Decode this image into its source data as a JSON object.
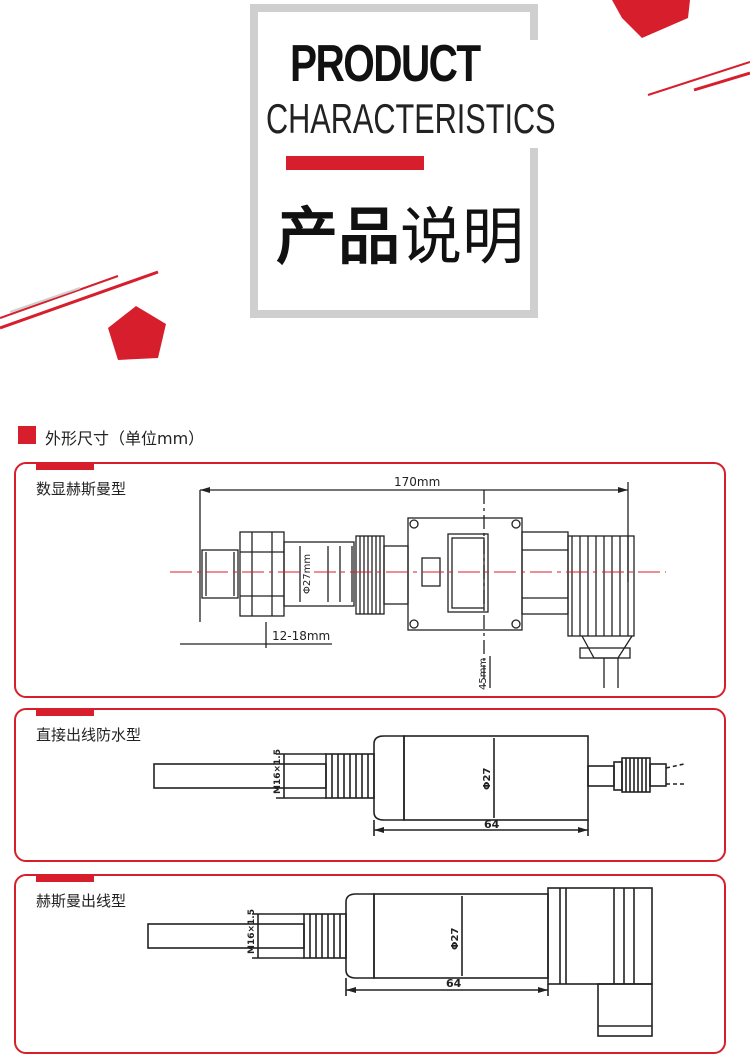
{
  "header": {
    "title_en_line1": "PRODUCT",
    "title_en_line2": "CHARACTERISTICS",
    "title_cn_bold": "产品",
    "title_cn_regular": "说明"
  },
  "section": {
    "title": "外形尺寸（单位mm）"
  },
  "panels": [
    {
      "label": "数显赫斯曼型",
      "dimensions": {
        "length": "170mm",
        "diameter": "Φ27mm",
        "thread": "12-18mm",
        "height": "45mm"
      }
    },
    {
      "label": "直接出线防水型",
      "dimensions": {
        "thread": "M16×1.5",
        "diameter": "Φ27",
        "length": "64"
      }
    },
    {
      "label": "赫斯曼出线型",
      "dimensions": {
        "thread": "M16×1.5",
        "diameter": "Φ27",
        "length": "64"
      }
    }
  ],
  "colors": {
    "accent_red": "#d71e2c",
    "frame_gray": "#cfcfcf",
    "line_dark": "#222222"
  }
}
